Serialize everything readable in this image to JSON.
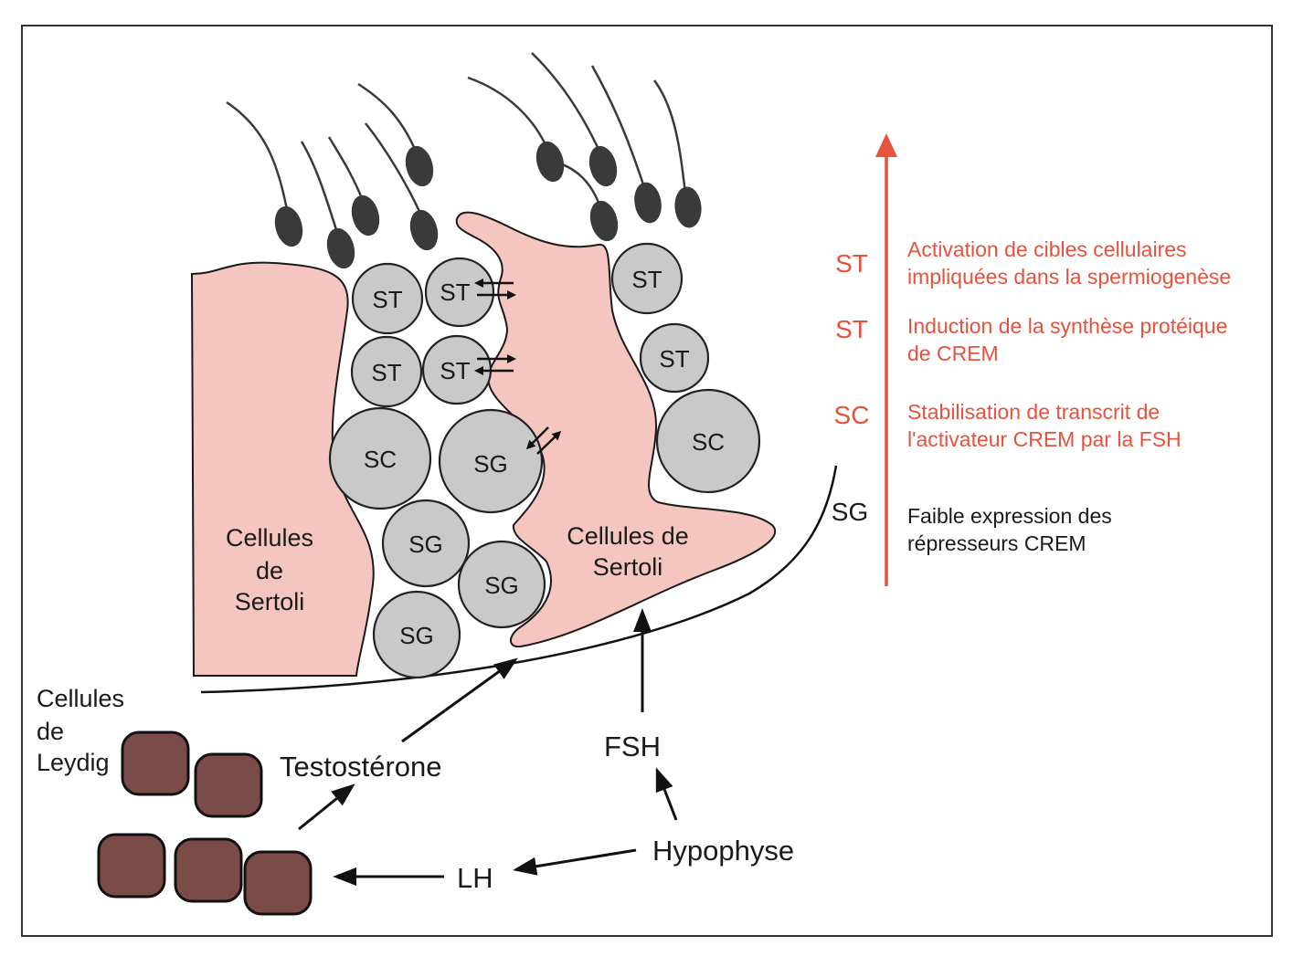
{
  "colors": {
    "accent_red": "#e8513b",
    "sertoli_pink": "#f5c6c0",
    "germ_cell_grey": "#c9c9c9",
    "leydig_brown": "#7b4b47",
    "spermatozoa": "#3a3a3a"
  },
  "cells": {
    "st": "ST",
    "sc": "SC",
    "sg": "SG"
  },
  "labels": {
    "sertoli_left": [
      "Cellules",
      "de",
      "Sertoli"
    ],
    "sertoli_center": [
      "Cellules de",
      "Sertoli"
    ],
    "leydig": [
      "Cellules",
      "de",
      "Leydig"
    ],
    "testosterone": "Testostérone",
    "fsh": "FSH",
    "lh": "LH",
    "hypophyse": "Hypophyse"
  },
  "stages": [
    {
      "stage": "ST",
      "text": [
        "Activation de cibles cellulaires",
        "impliquées dans la spermiogenèse"
      ],
      "color": "#e8513b"
    },
    {
      "stage": "ST",
      "text": [
        "Induction de la synthèse protéique",
        "de CREM"
      ],
      "color": "#e8513b"
    },
    {
      "stage": "SC",
      "text": [
        "Stabilisation de transcrit de",
        "l'activateur CREM par la FSH"
      ],
      "color": "#e8513b"
    },
    {
      "stage": "SG",
      "text": [
        "Faible expression des",
        "répresseurs CREM"
      ],
      "color": "#1a1a1a"
    }
  ]
}
